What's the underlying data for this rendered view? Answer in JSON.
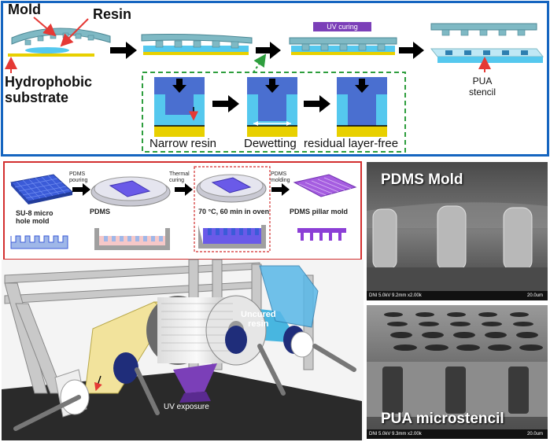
{
  "top_panel": {
    "labels": {
      "mold": "Mold",
      "resin": "Resin",
      "hydrophobic_substrate": "Hydrophobic\nsubstrate",
      "uv_curing": "UV curing",
      "pua_stencil": "PUA\nstencil"
    },
    "steps": [
      "Narrow resin",
      "Dewetting",
      "residual layer-free"
    ]
  },
  "mold_panel": {
    "steps": [
      {
        "label": "SU-8 micro\nhole mold"
      },
      {
        "label": "PDMS"
      },
      {
        "label": "70 °C, 60 min in oven"
      },
      {
        "label": "PDMS pillar mold"
      }
    ],
    "arrows": [
      "PDMS\npouring",
      "Thermal\ncuring",
      "PDMS\nmolding"
    ]
  },
  "roll_panel": {
    "uncured_resin": "Uncured\nresin",
    "uv_exposure": "UV exposure"
  },
  "sem_images": [
    {
      "title": "PDMS Mold",
      "info": "DNI 5.0kV 9.2mm x2.00k",
      "scale": "20.0um"
    },
    {
      "title": "PUA microstencil",
      "info": "DNI 5.0kV 9.3mm x2.00k",
      "scale": "20.0um"
    }
  ],
  "colors": {
    "top_border": "#1565c0",
    "mold_border": "#d32f2f",
    "uv_label_bg": "#7b3fb8",
    "dashed_box": "#2e9e3e",
    "substrate": "#e8d000",
    "resin": "#55c8ee",
    "mold_teal": "#7fb9c4"
  }
}
